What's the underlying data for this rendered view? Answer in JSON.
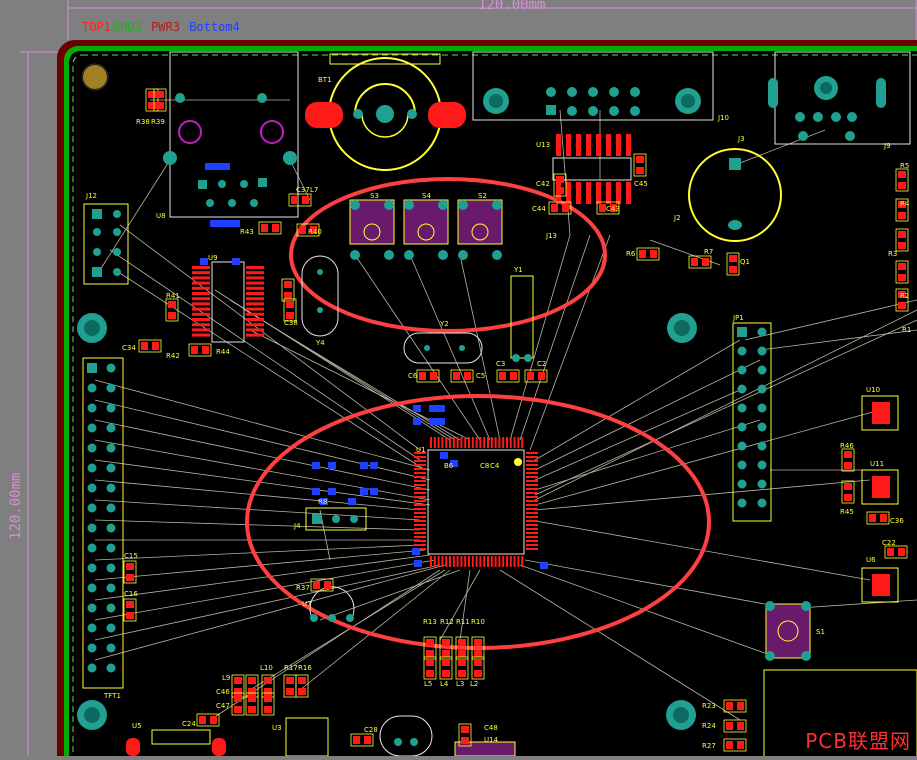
{
  "dimensions": {
    "width_label": "120.00mm",
    "height_label": "120.00mm"
  },
  "layers": [
    {
      "label": "TOP1",
      "color": "#ff2020"
    },
    {
      "label": "GND2",
      "color": "#20b020"
    },
    {
      "label": "PWR3",
      "color": "#b02020"
    },
    {
      "label": "Bottom4",
      "color": "#2040ff"
    }
  ],
  "watermark": "PCB联盟网",
  "colors": {
    "board": "#000000",
    "outline_red": "#8b0000",
    "outline_green": "#00c000",
    "trace_yellow": "#ffff33",
    "ratsnest": "#d8d8c0",
    "pad_red": "#ff1a1a",
    "pad_blue": "#2040ff",
    "via_cyan": "#20a090",
    "highlight": "#ff4040"
  },
  "designators": {
    "BT1": "BT1",
    "U8": "U8",
    "J12": "J12",
    "R38": "R38",
    "R39": "R39",
    "C37": "C37",
    "L7": "L7",
    "R43": "R43",
    "R40": "R40",
    "S3": "S3",
    "S4": "S4",
    "S2": "S2",
    "U13": "U13",
    "C42": "C42",
    "C45": "C45",
    "C44": "C44",
    "C43": "C43",
    "J13": "J13",
    "J2": "J2",
    "J10": "J10",
    "J3": "J3",
    "J9": "J9",
    "R6": "R6",
    "R7": "R7",
    "Q1": "Q1",
    "R5": "R5",
    "R4": "R4",
    "R3": "R3",
    "R2": "R2",
    "R1": "R1",
    "U9": "U9",
    "R41": "R41",
    "C34": "C34",
    "R42": "R42",
    "R44": "R44",
    "C38": "C38",
    "Y4": "Y4",
    "Y1": "Y1",
    "Y2": "Y2",
    "C6": "C6",
    "C5": "C5",
    "C3": "C3",
    "C2": "C2",
    "JP1": "JP1",
    "U10": "U10",
    "R46": "R46",
    "U11": "U11",
    "R45": "R45",
    "C36": "C36",
    "C22": "C22",
    "U6": "U6",
    "U1": "U1",
    "R8": "R8",
    "J4": "J4",
    "C15": "C15",
    "C16": "C16",
    "TFT1": "TFT1",
    "R37": "R37",
    "U7": "U7",
    "S1": "S1",
    "R13": "R13",
    "R12": "R12",
    "R11": "R11",
    "R10": "R10",
    "L5": "L5",
    "L4": "L4",
    "L3": "L3",
    "L2": "L2",
    "L9": "L9",
    "C46": "C46",
    "C47": "C47",
    "L10": "L10",
    "R17": "R17",
    "R16": "R16",
    "U5": "U5",
    "C24": "C24",
    "U3": "U3",
    "C28": "C28",
    "C48": "C48",
    "U14": "U14",
    "R23": "R23",
    "R24": "R24",
    "R27": "R27",
    "C8": "C8",
    "C4": "C4",
    "B6": "B6"
  }
}
